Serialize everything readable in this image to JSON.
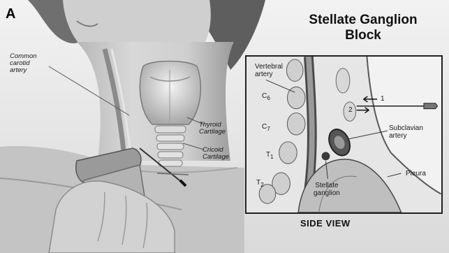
{
  "panel_letter": "A",
  "title_line1": "Stellate Ganglion",
  "title_line2": "Block",
  "left_labels": {
    "common_carotid_1": "Common",
    "common_carotid_2": "carotid",
    "common_carotid_3": "artery",
    "thyroid_1": "Thyroid",
    "thyroid_2": "Cartilage",
    "cricoid_1": "Cricoid",
    "cricoid_2": "Cartilage"
  },
  "inset_labels": {
    "vertebral_1": "Vertebral",
    "vertebral_2": "artery",
    "c6": "C",
    "c6_sub": "6",
    "c7": "C",
    "c7_sub": "7",
    "t1": "T",
    "t1_sub": "1",
    "t2": "T",
    "t2_sub": "2",
    "arrow1": "1",
    "arrow2": "2",
    "subclavian_1": "Subclavian",
    "subclavian_2": "artery",
    "pleura": "Pleura",
    "stellate_1": "Stellate",
    "stellate_2": "ganglion"
  },
  "caption": "SIDE VIEW"
}
